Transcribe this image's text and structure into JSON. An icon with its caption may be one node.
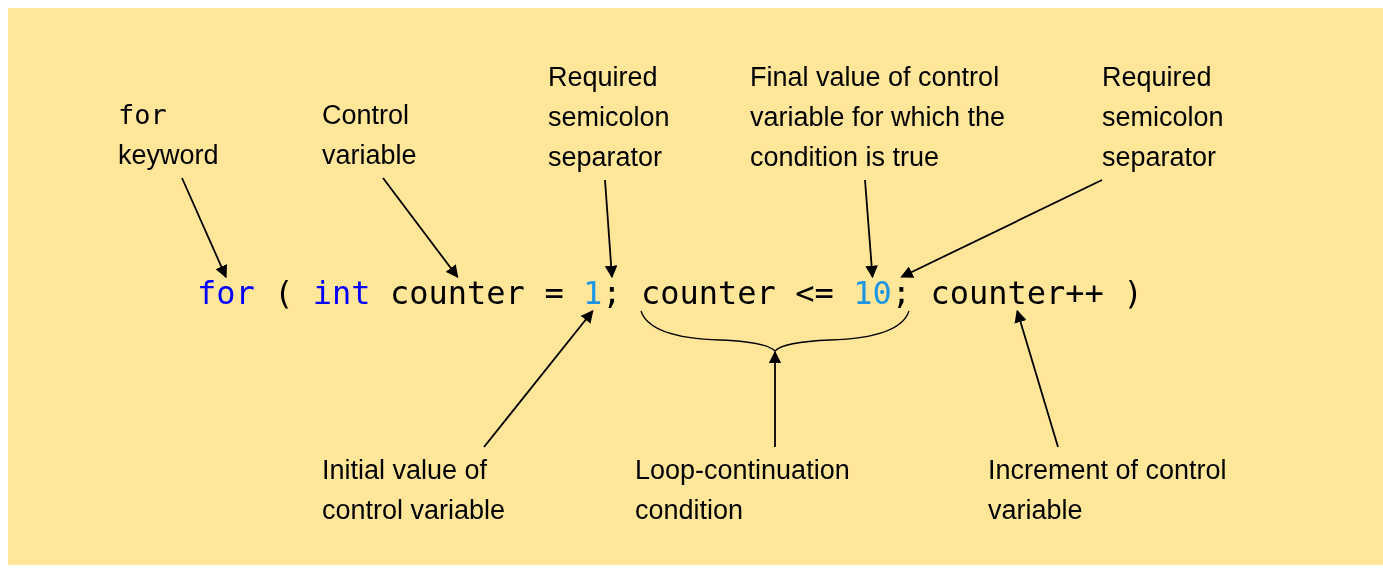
{
  "diagram": {
    "nodes": [
      {
        "text": [
          "for",
          "keyword"
        ]
      },
      {
        "text": [
          "Control variable"
        ]
      },
      {
        "text": [
          "Required semicolon separator"
        ]
      },
      {
        "text": [
          "Final value of control variable for which the condition is true"
        ]
      },
      {
        "text": [
          "Required semicolon separator"
        ]
      },
      {
        "text": [
          "for"
        ]
      },
      {
        "text": [
          "("
        ]
      },
      {
        "text": [
          "int"
        ]
      },
      {
        "text": [
          "counter"
        ]
      },
      {
        "text": [
          "="
        ]
      },
      {
        "text": [
          "1"
        ]
      },
      {
        "text": [
          ";"
        ]
      },
      {
        "text": [
          "counter"
        ]
      },
      {
        "text": [
          "<="
        ]
      },
      {
        "text": [
          "10"
        ]
      },
      {
        "text": [
          ";"
        ]
      },
      {
        "text": [
          "counter++"
        ]
      },
      {
        "text": [
          ")"
        ]
      },
      {
        "text": [],
        "shape": "brace"
      },
      {
        "text": [
          "Initial value of control variable"
        ]
      },
      {
        "text": [
          "Loop-continuation condition"
        ]
      },
      {
        "text": [
          "Increment of control variable"
        ]
      }
    ],
    "edges": [
      {
        "from": 0,
        "to": 5,
        "arrow": "to"
      },
      {
        "from": 1,
        "to": 8,
        "arrow": "to"
      },
      {
        "from": 2,
        "to": 11,
        "arrow": "to"
      },
      {
        "from": 3,
        "to": 14,
        "arrow": "to"
      },
      {
        "from": 4,
        "to": 15,
        "arrow": "to"
      },
      {
        "from": 19,
        "to": 10,
        "arrow": "to"
      },
      {
        "from": 20,
        "to": 18,
        "arrow": "to"
      },
      {
        "from": 21,
        "to": 16,
        "arrow": "to"
      }
    ]
  }
}
